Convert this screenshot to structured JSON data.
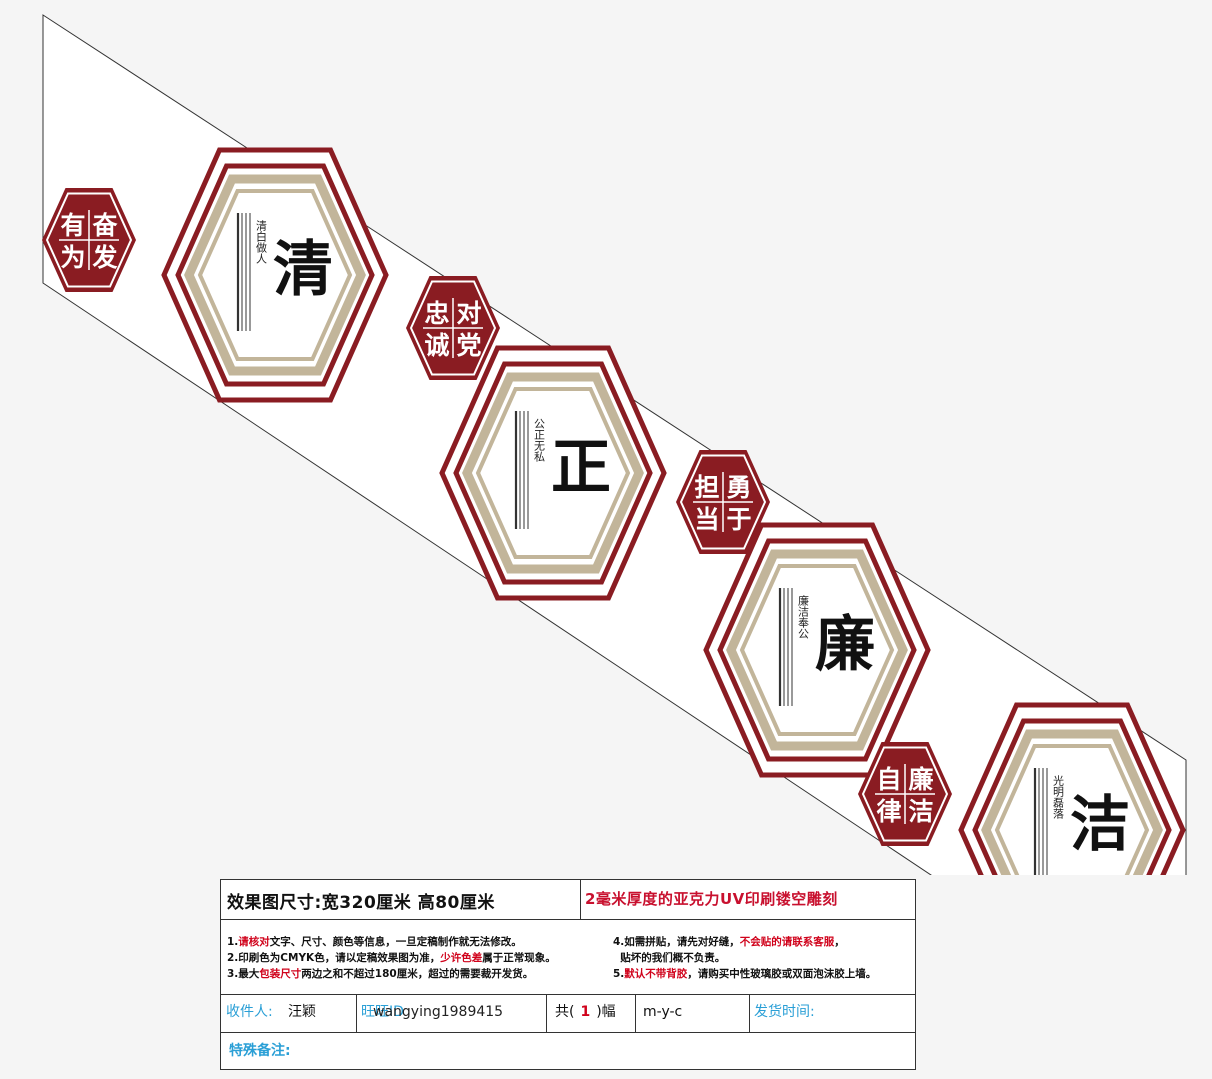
{
  "colors": {
    "maroon": "#8a1c22",
    "tan": "#c2b59a",
    "red_text": "#d0021b",
    "blue_text": "#2a9fd6"
  },
  "hexagons": [
    {
      "char": "清",
      "motto": "清白做人"
    },
    {
      "char": "正",
      "motto": "公正无私"
    },
    {
      "char": "廉",
      "motto": "廉洁奉公"
    },
    {
      "char": "洁",
      "motto": "光明磊落"
    }
  ],
  "badges": [
    {
      "chars": [
        "有",
        "奋",
        "为",
        "发"
      ]
    },
    {
      "chars": [
        "忠",
        "对",
        "诚",
        "党"
      ]
    },
    {
      "chars": [
        "担",
        "勇",
        "当",
        "于"
      ]
    },
    {
      "chars": [
        "自",
        "廉",
        "律",
        "洁"
      ]
    }
  ],
  "spec": {
    "size_title": "效果图尺寸:宽320厘米  高80厘米",
    "material": "2毫米厚度的亚克力UV印刷镂空雕刻",
    "notes_left": [
      {
        "pre": "1.",
        "red": "请核对",
        "post": "文字、尺寸、颜色等信息，一旦定稿制作就无法修改。"
      },
      {
        "pre": "2.印刷色为CMYK色，请以定稿效果图为准，",
        "red": "少许色差",
        "post": "属于正常现象。"
      },
      {
        "pre": "3.最大",
        "red": "包装尺寸",
        "post": "两边之和不超过180厘米，超过的需要裁开发货。"
      }
    ],
    "notes_right": [
      {
        "pre": "4.如需拼贴，请先对好缝，",
        "red": "不会贴的请联系客服",
        "post": "，"
      },
      {
        "pre": "  贴坏的我们概不负责。",
        "red": "",
        "post": ""
      },
      {
        "pre": "5.",
        "red": "默认不带背胶",
        "post": "，请购买中性玻璃胶或双面泡沫胶上墙。"
      }
    ],
    "recipient_label": "收件人:",
    "recipient_name": "汪颖",
    "wangwang_label": "旺旺ID",
    "wangwang_id": "wangying1989415",
    "count_pre": "共(",
    "count_value": "1",
    "count_post": ")幅",
    "code": "m-y-c",
    "ship_label": "发货时间:",
    "remark_label": "特殊备注:"
  }
}
